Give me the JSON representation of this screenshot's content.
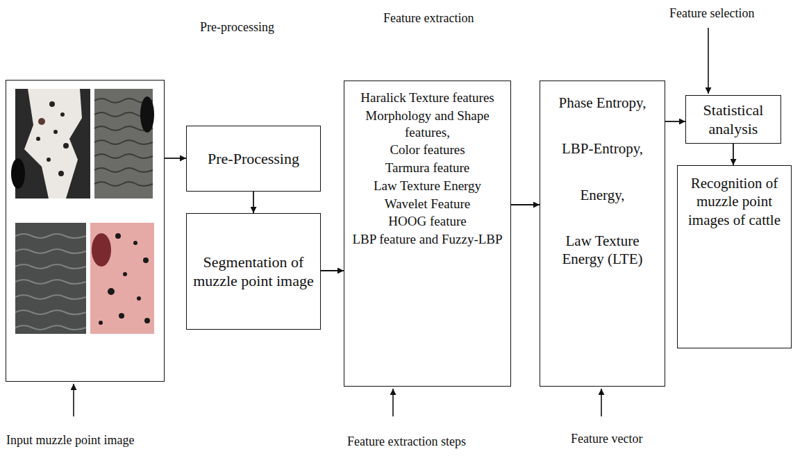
{
  "diagram": {
    "nodes": [
      {
        "text": [
          "Input muzzle point image"
        ]
      },
      {
        "text": [
          "Pre-Processing"
        ]
      },
      {
        "text": [
          "Segmentation of muzzle point image"
        ]
      },
      {
        "text": [
          "Haralick Texture features",
          "Morphology and Shape features,",
          "Color features",
          "Tarmura feature",
          "Law Texture Energy",
          "Wavelet Feature",
          "HOOG feature",
          "LBP feature and Fuzzy-LBP"
        ]
      },
      {
        "text": [
          "Phase Entropy,",
          "LBP-Entropy,",
          "Energy,",
          "Law Texture Energy (LTE)"
        ]
      },
      {
        "text": [
          "Statistical analysis"
        ]
      },
      {
        "text": [
          "Recognition of muzzle point images of cattle"
        ]
      }
    ],
    "edges": [
      {
        "from": 0,
        "to": 1,
        "arrow": "to"
      },
      {
        "from": 1,
        "to": 2,
        "arrow": "to"
      },
      {
        "from": 2,
        "to": 3,
        "arrow": "to"
      },
      {
        "from": 3,
        "to": 4,
        "arrow": "to"
      },
      {
        "from": 4,
        "to": 5,
        "arrow": "to"
      },
      {
        "from": 5,
        "to": 6,
        "arrow": "to"
      }
    ],
    "labels": [
      "Pre-processing",
      "Feature extraction",
      "Feature selection",
      "Feature extraction steps",
      "Feature vector"
    ]
  }
}
